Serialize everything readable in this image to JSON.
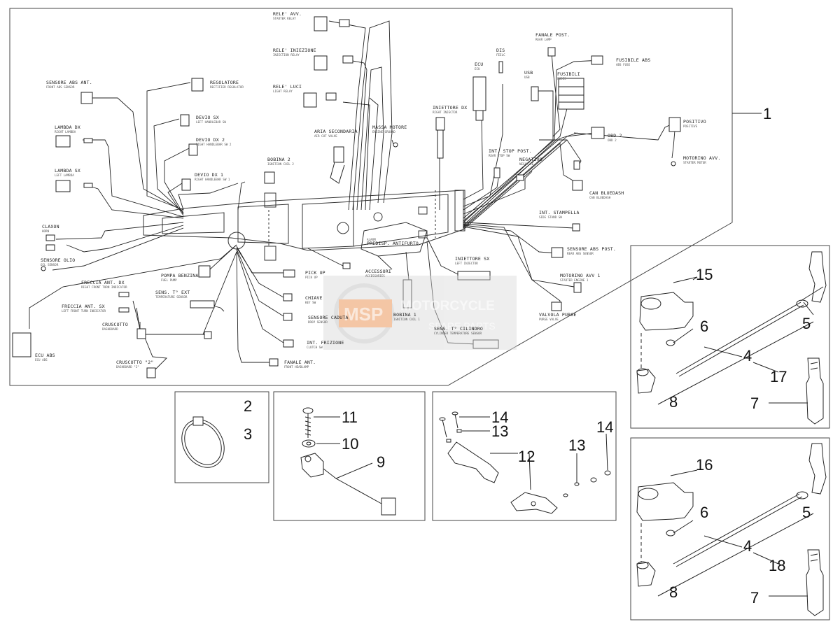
{
  "watermark": {
    "logo": "MSP",
    "title": "MOTORCYCLE",
    "subtitle": "SPARE PARTS"
  },
  "callouts": {
    "n1": "1",
    "n2": "2",
    "n3": "3",
    "n4a": "4",
    "n4b": "4",
    "n5a": "5",
    "n5b": "5",
    "n6a": "6",
    "n6b": "6",
    "n7a": "7",
    "n7b": "7",
    "n8a": "8",
    "n8b": "8",
    "n9": "9",
    "n10": "10",
    "n11": "11",
    "n12": "12",
    "n13a": "13",
    "n13b": "13",
    "n14a": "14",
    "n14b": "14",
    "n15": "15",
    "n16": "16",
    "n17": "17",
    "n18": "18"
  },
  "harness_labels": {
    "rele_avv": "RELE' AVV.",
    "rele_avv_sub": "STARTER RELAY",
    "rele_iniezione": "RELE' INIEZIONE",
    "rele_iniezione_sub": "INJECTION RELAY",
    "rele_luci": "RELE' LUCI",
    "rele_luci_sub": "LIGHT RELAY",
    "aria_secondaria": "ARIA SECONDARIA",
    "aria_secondaria_sub": "AIR CUT VALVE",
    "massa_motore": "MASSA MOTORE",
    "massa_motore_sub": "ENGINE GROUND",
    "ecu": "ECU",
    "ecu_sub": "ECU",
    "dis": "DIS",
    "dis_sub": "FEELC",
    "iniettore_dx": "INIETTORE DX",
    "iniettore_dx_sub": "RIGHT INJECTOR",
    "fanale_post": "FANALE POST.",
    "fanale_post_sub": "REAR LAMP",
    "usb": "USB",
    "usb_sub": "USB",
    "fusibili": "FUSIBILI",
    "fusibili_sub": "FUSES",
    "fusibile_abs": "FUSIBILE ABS",
    "fusibile_abs_sub": "ABS FUSE",
    "positivo": "POSITIVO",
    "positivo_sub": "POSITIVE",
    "obd2": "OBD 2",
    "obd2_sub": "OBD 2",
    "motorino_avv": "MOTORINO AVV.",
    "motorino_avv_sub": "STARTER MOTOR",
    "int_stop_post": "INT. STOP POST.",
    "int_stop_post_sub": "REAR STOP SW",
    "negativo": "NEGATIVO",
    "negativo_sub": "NEGATIVE",
    "can_bluedash": "CAN BLUEDASH",
    "can_bluedash_sub": "CAN BLUEDASH",
    "sensore_abs_ant": "SENSORE ABS ANT.",
    "sensore_abs_ant_sub": "FRONT ABS SENSOR",
    "regolatore": "REGOLATORE",
    "regolatore_sub": "RECTIFIER REGULATOR",
    "devio_sx": "DEVIO SX",
    "devio_sx_sub": "LEFT HANDLEBAR SW",
    "devio_dx2": "DEVIO DX 2",
    "devio_dx2_sub": "RIGHT HANDLEBAR SW 2",
    "devio_dx1": "DEVIO DX 1",
    "devio_dx1_sub": "RIGHT HANDLEBAR SW 1",
    "lambda_dx": "LAMBDA DX",
    "lambda_dx_sub": "RIGHT LAMBDA",
    "lambda_sx": "LAMBDA SX",
    "lambda_sx_sub": "LEFT LAMBDA",
    "bobina2": "BOBINA 2",
    "bobina2_sub": "IGNITION COIL 2",
    "claxon": "CLAXON",
    "claxon_sub": "HORN",
    "sensore_olio": "SENSORE OLIO",
    "sensore_olio_sub": "OIL SENSOR",
    "pompa_benzina": "POMPA BENZINA",
    "pompa_benzina_sub": "FUEL PUMP",
    "freccia_ant_dx": "FRECCIA ANT. DX",
    "freccia_ant_dx_sub": "RIGHT FRONT TURN INDICATOR",
    "freccia_ant_sx": "FRECCIA ANT. SX",
    "freccia_ant_sx_sub": "LEFT FRONT TURN INDICATOR",
    "sens_t_ext": "SENS. T° EXT",
    "sens_t_ext_sub": "TEMPERATURE SENSOR",
    "cruscotto": "CRUSCOTTO",
    "cruscotto_sub": "DASHBOARD",
    "cruscotto2": "CRUSCOTTO \"2\"",
    "cruscotto2_sub": "DASHBOARD \"2\"",
    "ecu_abs": "ECU ABS",
    "ecu_abs_sub": "ECU ABS",
    "pick_up": "PICK UP",
    "pick_up_sub": "PICK UP",
    "chiave": "CHIAVE",
    "chiave_sub": "KEY SW",
    "sensore_caduta": "SENSORE CADUTA",
    "sensore_caduta_sub": "DROP SENSOR",
    "int_frizione": "INT. FRIZIONE",
    "int_frizione_sub": "CLUTCH SW",
    "fanale_ant": "FANALE ANT.",
    "fanale_ant_sub": "FRONT HEADLAMP",
    "accessori": "ACCESSORI",
    "accessori_sub": "ACCESSORIES",
    "predisp_antifurto": "PREDISP. ANTIFURTO",
    "predisp_antifurto_sub": "ALARM",
    "bobina1": "BOBINA 1",
    "bobina1_sub": "IGNITION COIL 1",
    "iniettore_sx": "INIETTORE SX",
    "iniettore_sx_sub": "LEFT INJECTOR",
    "sens_t_cilindro": "SENS. T° CILINDRO",
    "sens_t_cilindro_sub": "CYLINDER TEMPERATURE SENSOR",
    "valvola_purge": "VALVOLA PURGE",
    "valvola_purge_sub": "PURGE VALVE",
    "int_stampella": "INT. STAMPELLA",
    "int_stampella_sub": "SIDE STAND SW",
    "sensore_abs_post": "SENSORE ABS POST.",
    "sensore_abs_post_sub": "REAR ABS SENSOR",
    "motorino_avv1": "MOTORINO AVV 1",
    "motorino_avv1_sub": "STARTER ENGINE 1"
  }
}
